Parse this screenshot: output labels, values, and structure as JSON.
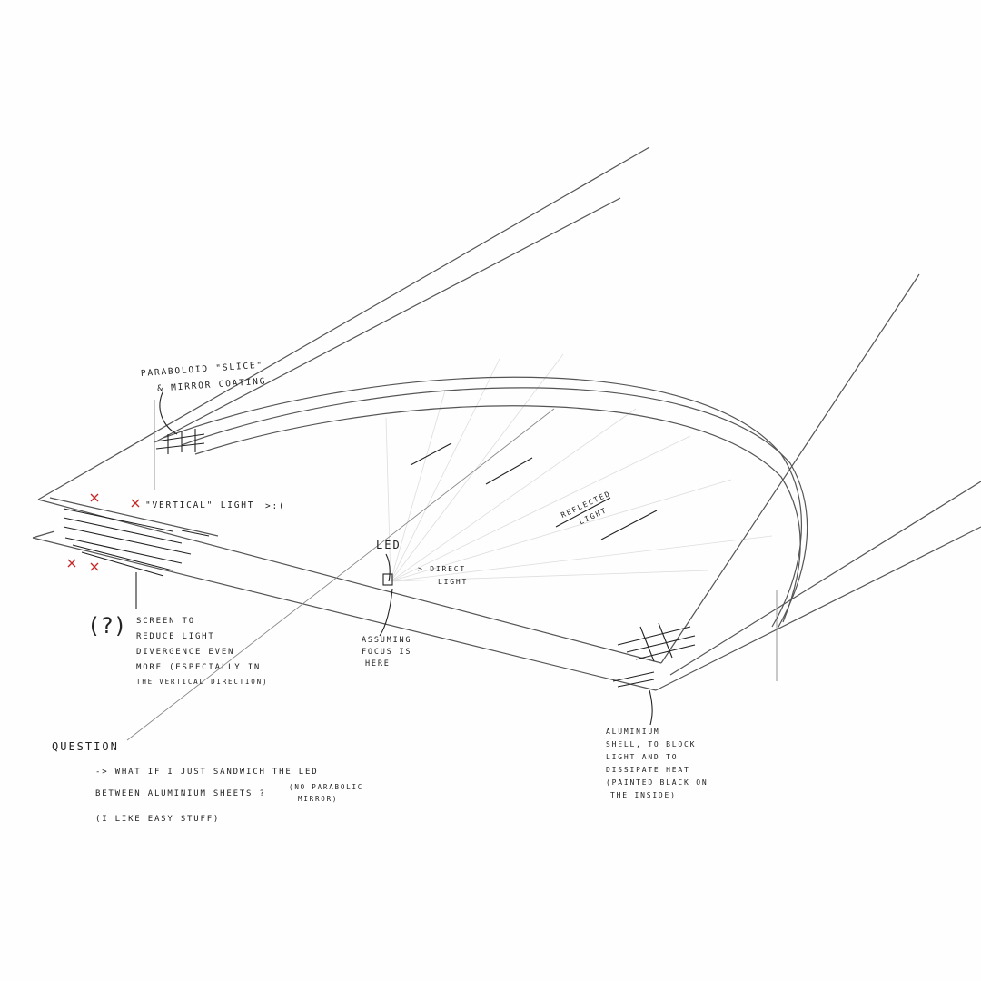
{
  "annotations": {
    "paraboloid_line1": "PARABOLOID \"SLICE\"",
    "paraboloid_line2": "& MIRROR COATING",
    "vertical_light": "\"VERTICAL\" LIGHT",
    "frown_face": ">:(",
    "led": "LED",
    "direct_light_line1": "> DIRECT",
    "direct_light_line2": "LIGHT",
    "reflected_light_line1": "REFLECTED",
    "reflected_light_line2": "LIGHT",
    "focus_line1": "ASSUMING",
    "focus_line2": "FOCUS IS",
    "focus_line3": "HERE",
    "screen_mark": "(?)",
    "screen_line1": "SCREEN TO",
    "screen_line2": "REDUCE LIGHT",
    "screen_line3": "DIVERGENCE EVEN",
    "screen_line4": "MORE (ESPECIALLY IN",
    "screen_line5": "THE VERTICAL DIRECTION)",
    "aluminium_line1": "ALUMINIUM",
    "aluminium_line2": "SHELL, TO BLOCK",
    "aluminium_line3": "LIGHT AND TO",
    "aluminium_line4": "DISSIPATE HEAT",
    "aluminium_line5": "(PAINTED BLACK ON",
    "aluminium_line6": "THE INSIDE)"
  },
  "question": {
    "title": "QUESTION",
    "line1": "-> WHAT IF I JUST SANDWICH THE LED",
    "line2": "BETWEEN ALUMINIUM SHEETS ?",
    "aside_line1": "(NO PARABOLIC",
    "aside_line2": "MIRROR)",
    "line3": "(I LIKE EASY STUFF)"
  },
  "colors": {
    "ink": "#222222",
    "mark": "#c62828"
  }
}
